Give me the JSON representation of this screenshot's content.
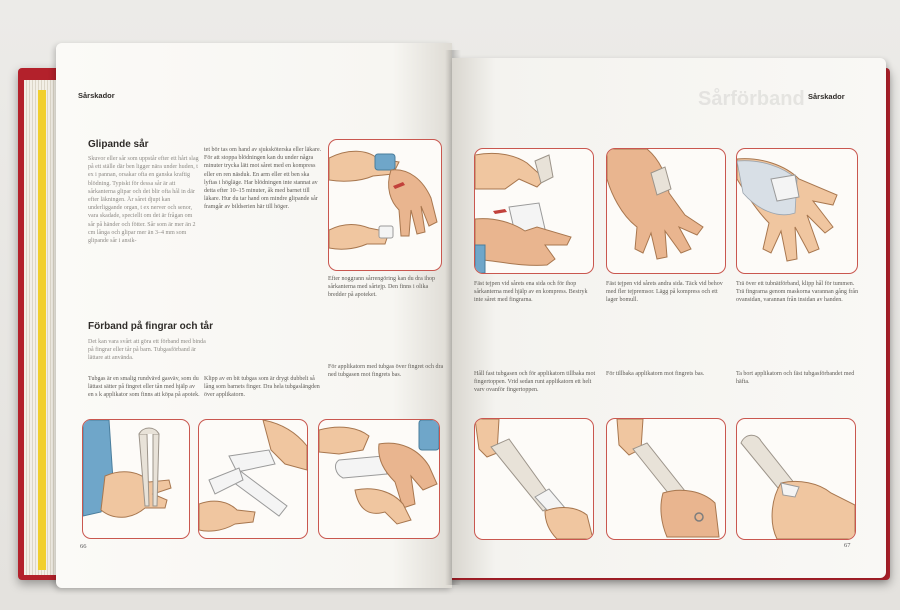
{
  "left_page": {
    "runner": "Sårskador",
    "page_number": "66",
    "section1": {
      "title": "Glipande sår",
      "col1": "Skuvor eller sår som uppstår efter ett hårt slag på ett ställe där ben ligger nära under huden, t ex i pannan, orsakar ofta en ganska kraftig blödning. Typiskt för dessa sår är att sårkanterna glipar och det blir ofta hål in där efter läkningen. Är såret djupt kan underliggande organ, t ex nerver och senor, vara skadade, speciellt om det är frågan om sår på händer och fötter. Sår som är mer än 2 cm långa och glipar mer än 3–4 mm som glipande sår i ansik-",
      "col2": "tet bör tas om hand av sjuksköterska eller läkare. För att stoppa blödningen kan du under några minuter trycka lätt mot såret med en kompress eller en ren näsduk. En arm eller ett ben ska lyftas i högläge. Har blödningen inte stannat av detta efter 10–15 minuter, åk med barnet till läkare. Hur du tar hand om mindre glipande sår framgår av bildserien här till höger.",
      "caption": "Efter noggrann sårrengöring kan du dra ihop sårkanterna med sårtejp. Den finns i olika bredder på apoteket."
    },
    "section2": {
      "title": "Förband på fingrar och tår",
      "intro": "Det kan vara svårt att göra ett förband med binda på fingrar eller tår på barn. Tubgasförband är lättare att använda.",
      "col1": "Tubgas är en smalig rundvävd gasväv, som du lättast sätter på fingret eller tån med hjälp av en s k applikator som finns att köpa på apotek.",
      "col2": "Klipp av en bit tubgas som är drygt dubbelt så lång som barnets finger. Dra hela tubgaslängden över applikatorn.",
      "col3": "För applikatorn med tubgas över fingret och dra ned tubgasen mot fingrets bas."
    }
  },
  "right_page": {
    "runner": "Sårskador",
    "ghost_title": "Sårförband",
    "page_number": "67",
    "captions_top": [
      "Fäst tejpen vid sårets ena sida och för ihop sårkanterna med hjälp av en kompress. Bestryk inte såret med fingrarna.",
      "Fäst tejpen vid sårets andra sida. Täck vid behov med fler tejpremsor. Lägg på kompress och ett lager bomull.",
      "Trä över ett tubnätförband, klipp hål för tummen. Trä fingrarna genom maskorna varannan gång från ovansidan, varannan från insidan av handen."
    ],
    "captions_bottom": [
      "Håll fast tubgasen och för applikatorn tillbaka mot fingertoppen. Vrid sedan runt applikatorn ett helt varv ovanför fingertoppen.",
      "För tillbaka applikatorn mot fingrets bas.",
      "Ta bort applikatorn och fäst tubgasförbandet med häfta."
    ]
  },
  "colors": {
    "cover": "#b3212b",
    "panel_border": "#c9574f",
    "skin": "#f0c6a0",
    "sleeve": "#6fa6c9"
  }
}
